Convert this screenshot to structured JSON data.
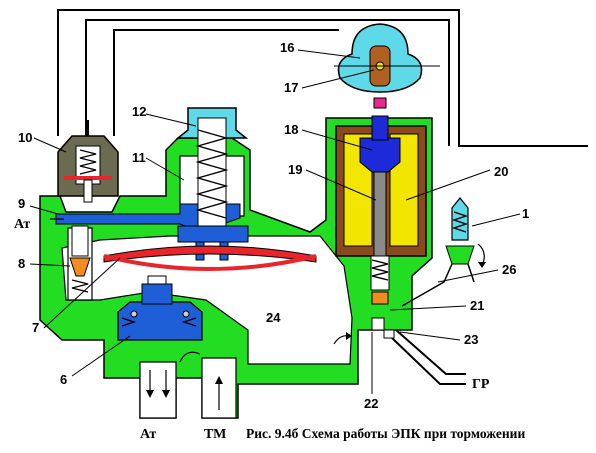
{
  "caption": "Рис. 9.4б Схема работы ЭПК при торможении",
  "ports": {
    "at_left": "Ат",
    "at_bottom": "Ат",
    "tm": "ТМ",
    "gr": "ГР"
  },
  "callouts": [
    {
      "key": "c1",
      "label": "1"
    },
    {
      "key": "c6",
      "label": "6"
    },
    {
      "key": "c7",
      "label": "7"
    },
    {
      "key": "c8",
      "label": "8"
    },
    {
      "key": "c9",
      "label": "9"
    },
    {
      "key": "c10",
      "label": "10"
    },
    {
      "key": "c11",
      "label": "11"
    },
    {
      "key": "c12",
      "label": "12"
    },
    {
      "key": "c16",
      "label": "16"
    },
    {
      "key": "c17",
      "label": "17"
    },
    {
      "key": "c18",
      "label": "18"
    },
    {
      "key": "c19",
      "label": "19"
    },
    {
      "key": "c20",
      "label": "20"
    },
    {
      "key": "c21",
      "label": "21"
    },
    {
      "key": "c22",
      "label": "22"
    },
    {
      "key": "c23",
      "label": "23"
    },
    {
      "key": "c24",
      "label": "24"
    },
    {
      "key": "c26",
      "label": "26"
    }
  ],
  "colors": {
    "body": "#22dd22",
    "valve_parts": "#1e5fd8",
    "diaphragm": "#e8252b",
    "spring_cap": "#5fd8e8",
    "coil": "#f2e600",
    "coil_core": "#8a4a1a",
    "check_valve": "#6b6b52"
  }
}
